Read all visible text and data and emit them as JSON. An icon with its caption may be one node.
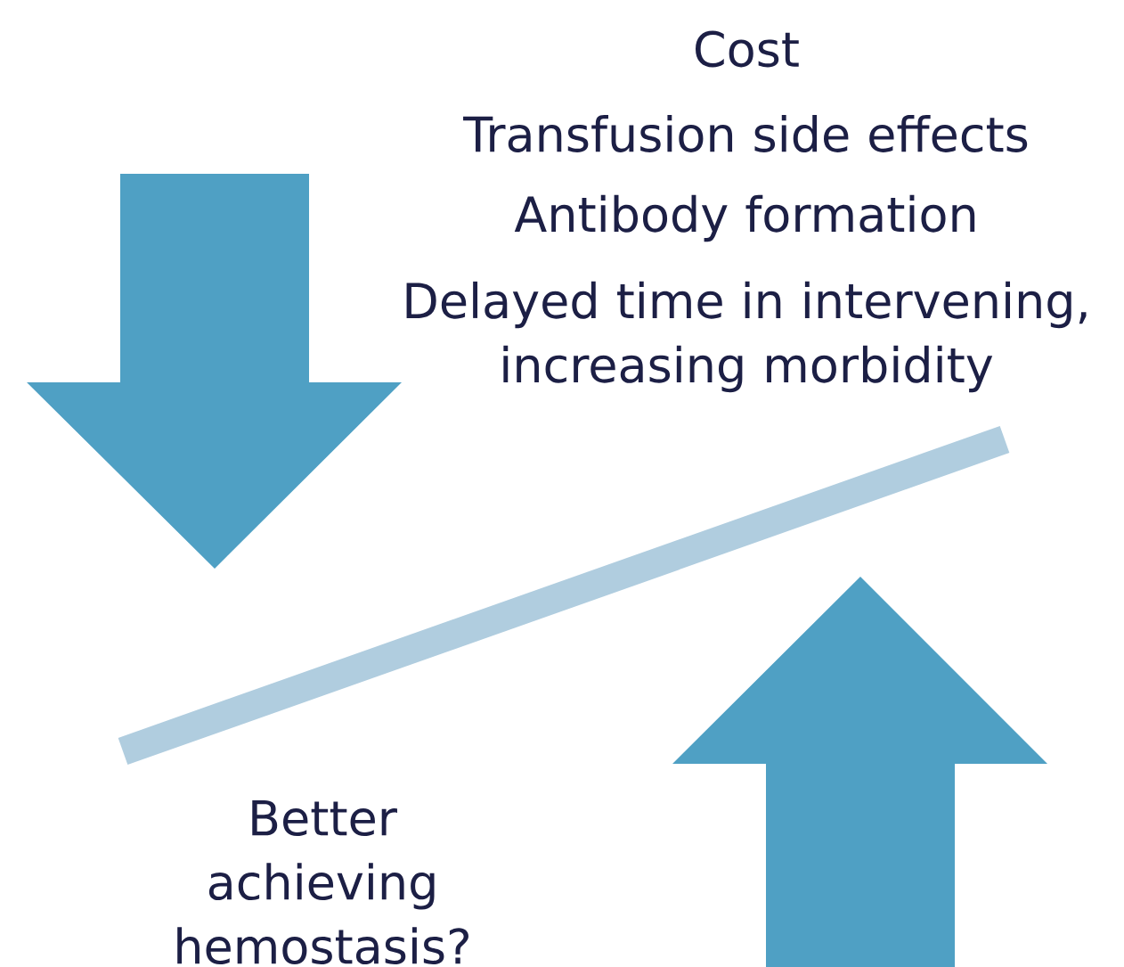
{
  "diagram": {
    "labels": [
      "Cost",
      "Transfusion side effects",
      "Antibody formation",
      "Delayed time in intervening, increasing morbidity",
      "Better achieving hemostasis?"
    ]
  }
}
